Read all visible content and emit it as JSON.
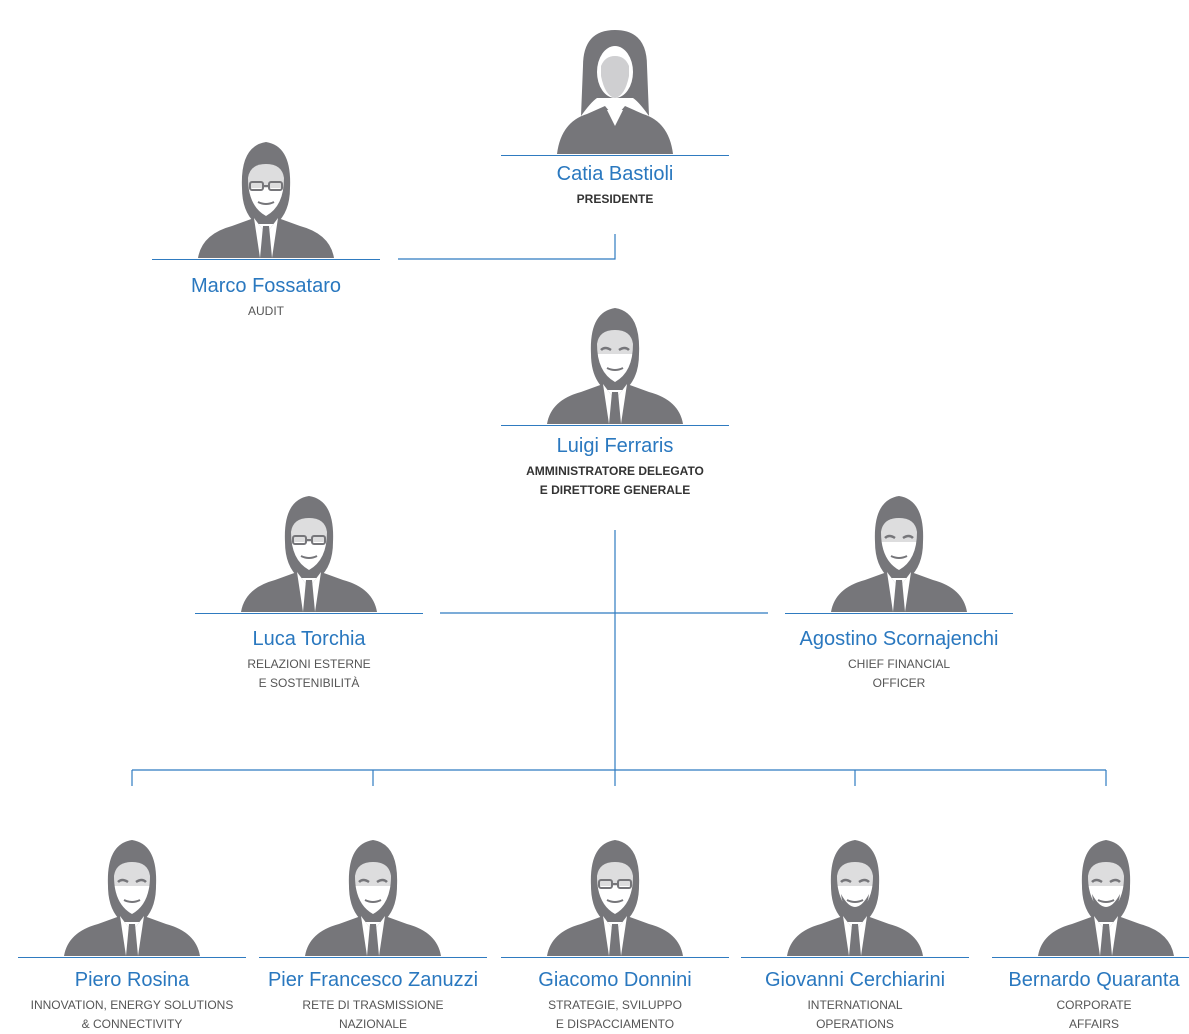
{
  "colors": {
    "accent": "#2a78bf",
    "line": "#2f7bc0",
    "silhouette": "#76767a",
    "role_text": "#555555"
  },
  "people": {
    "president": {
      "name": "Catia Bastioli",
      "role": "PRESIDENTE",
      "portrait_icon": "woman-portrait-icon"
    },
    "audit": {
      "name": "Marco Fossataro",
      "role": "AUDIT",
      "portrait_icon": "man-glasses-portrait-icon"
    },
    "ceo": {
      "name": "Luigi Ferraris",
      "role": "AMMINISTRATORE DELEGATO\nE DIRETTORE GENERALE",
      "portrait_icon": "man-portrait-icon"
    },
    "external": {
      "name": "Luca Torchia",
      "role": "RELAZIONI ESTERNE\nE SOSTENIBILITÀ",
      "portrait_icon": "man-glasses-portrait-icon"
    },
    "cfo": {
      "name": "Agostino Scornajenchi",
      "role": "CHIEF FINANCIAL\nOFFICER",
      "portrait_icon": "man-portrait-icon"
    },
    "innovation": {
      "name": "Piero Rosina",
      "role": "INNOVATION, ENERGY SOLUTIONS\n& CONNECTIVITY",
      "portrait_icon": "man-portrait-icon"
    },
    "grid": {
      "name": "Pier Francesco Zanuzzi",
      "role": "RETE DI TRASMISSIONE\nNAZIONALE",
      "portrait_icon": "man-portrait-icon"
    },
    "strategy": {
      "name": "Giacomo Donnini",
      "role": "STRATEGIE, SVILUPPO\nE DISPACCIAMENTO",
      "portrait_icon": "man-glasses-portrait-icon"
    },
    "international": {
      "name": "Giovanni Cerchiarini",
      "role": "INTERNATIONAL\nOPERATIONS",
      "portrait_icon": "man-beard-portrait-icon"
    },
    "corporate": {
      "name": "Bernardo Quaranta",
      "role": "CORPORATE\nAFFAIRS",
      "portrait_icon": "man-beard-portrait-icon"
    }
  }
}
